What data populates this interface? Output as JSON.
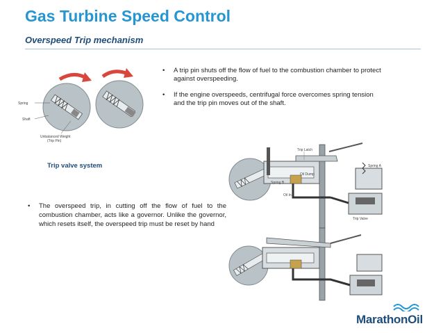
{
  "title": "Gas Turbine Speed Control",
  "subtitle": "Overspeed Trip mechanism",
  "right_bullets": [
    "A trip pin shuts off the flow of fuel to the combustion chamber to protect against overspeeding.",
    "If the engine overspeeds, centrifugal force overcomes spring tension and the trip pin moves out of the shaft."
  ],
  "caption": "Trip valve system",
  "left_bullet": "The overspeed trip, in cutting off the flow of fuel to the combustion chamber, acts like a governor.  Unlike the governor, which resets itself, the overspeed trip must be reset by hand",
  "diagram_labels": {
    "spring": "Spring",
    "shaft": "Shaft",
    "unbalanced_weight_1": "Unbalanced Weight",
    "unbalanced_weight_2": "(Trip Pin)",
    "trip_latch": "Trip Latch",
    "spring_a": "Spring A",
    "spring_b": "Spring B",
    "oil_dump": "Oil Dump",
    "oil_in": "Oil In",
    "trip_valve": "Trip Valve"
  },
  "logo": "MarathonOil",
  "colors": {
    "title": "#2596d2",
    "subtitle": "#1f4d7a",
    "arrow": "#d9463b",
    "logo_blue": "#2596d2"
  }
}
